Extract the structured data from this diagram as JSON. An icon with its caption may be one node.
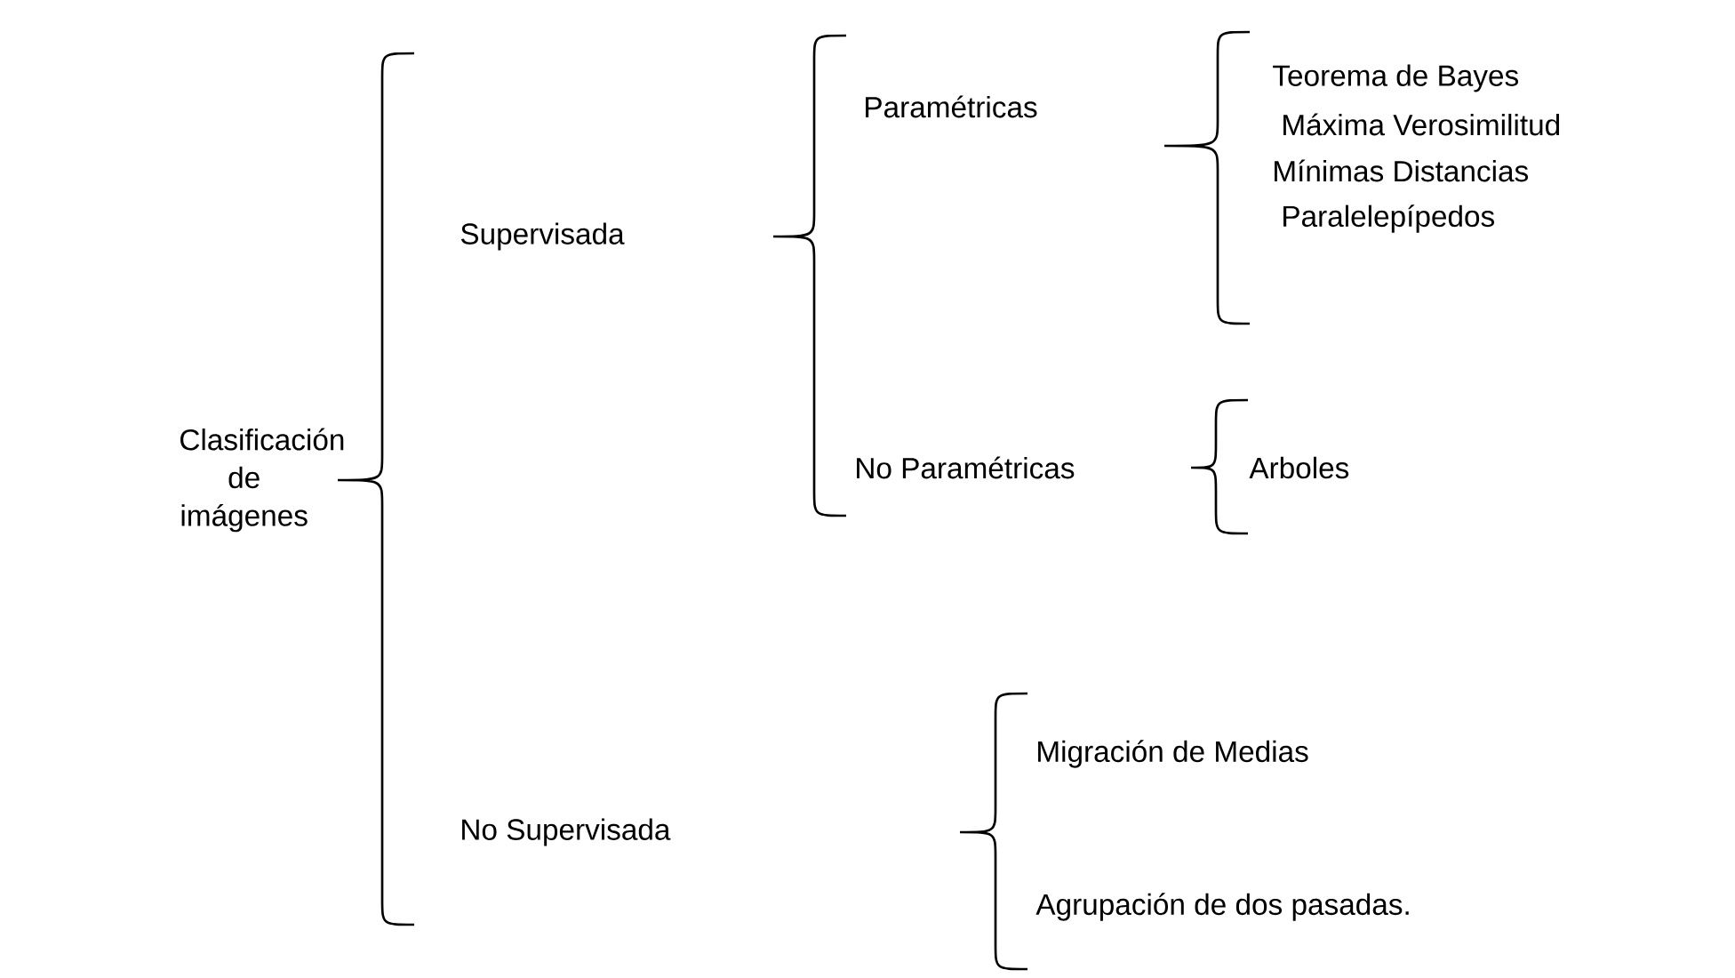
{
  "diagram": {
    "labels": [
      "Clasificación de imágenes",
      "Supervisada",
      "No Supervisada",
      "Paramétricas",
      "No Paramétricas",
      "Teorema de Bayes",
      "Máxima Verosimilitud",
      "Mínimas Distancias",
      "Paralelepípedos",
      "Arboles",
      "Migración de Medias",
      "Agrupación de dos pasadas."
    ]
  }
}
